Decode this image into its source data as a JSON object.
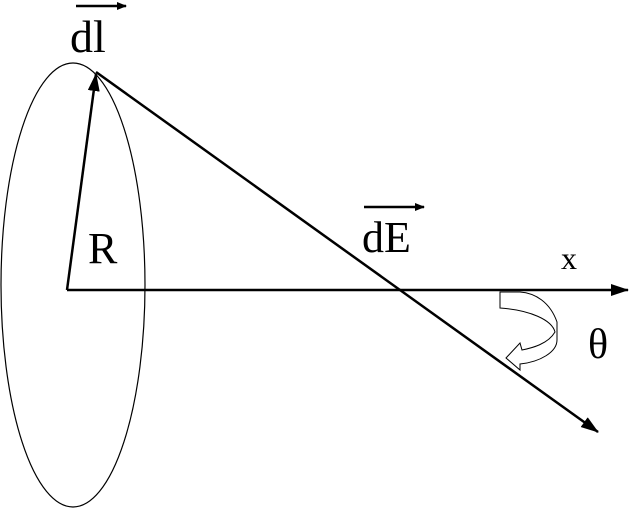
{
  "diagram": {
    "labels": {
      "dl": "dl",
      "R": "R",
      "dE": "dE",
      "x": "x",
      "theta": "θ"
    },
    "colors": {
      "ink": "#000000",
      "background": "#ffffff"
    }
  }
}
